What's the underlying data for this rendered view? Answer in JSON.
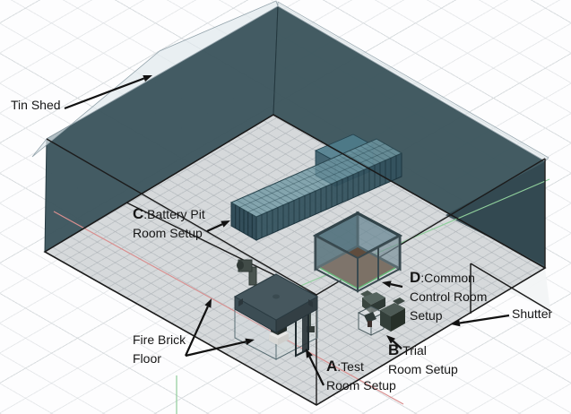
{
  "figure": {
    "type": "3d-cad-isometric-view",
    "description": "Annotated CAD model of a tin shed facility layout with labeled room setups"
  },
  "labels": {
    "tin_shed": {
      "text": "Tin Shed"
    },
    "battery_pit": {
      "key": "C",
      "rest": ":Battery Pit",
      "line2": "Room Setup"
    },
    "control_room": {
      "key": "D",
      "rest": ":Common",
      "line2": "Control Room",
      "line3": "Setup"
    },
    "shutter": {
      "text": "Shutter"
    },
    "fire_brick": {
      "line1": "Fire Brick",
      "line2": "Floor"
    },
    "test_room": {
      "key": "A",
      "rest": ":Test",
      "line2": "Room Setup"
    },
    "trial_room": {
      "key": "B",
      "rest": ":Trial",
      "line2": "Room Setup"
    }
  },
  "annotations": [
    {
      "letter": "A",
      "label": "Test Room Setup"
    },
    {
      "letter": "B",
      "label": "Trial Room Setup"
    },
    {
      "letter": "C",
      "label": "Battery Pit Room Setup"
    },
    {
      "letter": "D",
      "label": "Common Control Room Setup"
    },
    {
      "letter": "",
      "label": "Tin Shed"
    },
    {
      "letter": "",
      "label": "Shutter"
    },
    {
      "letter": "",
      "label": "Fire Brick Floor"
    }
  ],
  "colors": {
    "shed_wall": "#3c555d",
    "floor_grey": "#d6d9db",
    "container_teal": "#33525e",
    "control_room_floor_brown": "#5f4c3d",
    "axis_red": "#d98f8f",
    "axis_green": "#8fce9b",
    "glass": "#cfdde2",
    "label_text": "#161616"
  }
}
